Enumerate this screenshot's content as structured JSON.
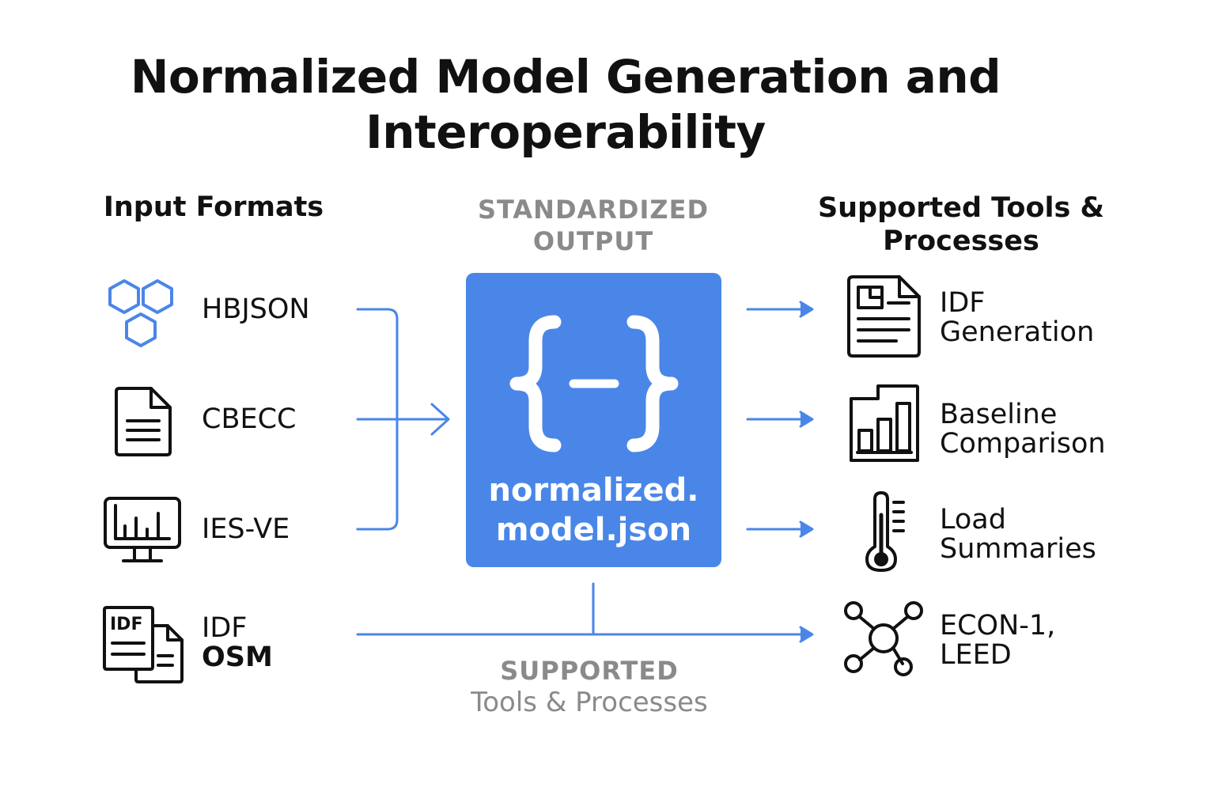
{
  "title": {
    "line1": "Normalized Model Generation and",
    "line2": "Interoperability"
  },
  "inputs": {
    "heading": "Input Formats",
    "items": [
      {
        "lines": [
          "HBJSON"
        ],
        "icon": "hexagon-cluster-icon"
      },
      {
        "lines": [
          "CBECC"
        ],
        "icon": "document-icon"
      },
      {
        "lines": [
          "IES-VE"
        ],
        "icon": "monitor-chart-icon"
      },
      {
        "lines": [
          "IDF",
          "OSM"
        ],
        "icon": "idf-files-icon"
      }
    ]
  },
  "hub": {
    "heading_line1": "STANDARDIZED",
    "heading_line2": "OUTPUT",
    "symbol": "{–}",
    "file_line1": "normalized.",
    "file_line2": "model.json",
    "color": "#4a86e8"
  },
  "outputs": {
    "heading_line1": "Supported Tools &",
    "heading_line2": "Processes",
    "items": [
      {
        "lines": [
          "IDF",
          "Generation"
        ],
        "icon": "report-document-icon"
      },
      {
        "lines": [
          "Baseline",
          "Comparison"
        ],
        "icon": "bar-chart-icon"
      },
      {
        "lines": [
          "Load",
          "Summaries"
        ],
        "icon": "thermometer-icon"
      },
      {
        "lines": [
          "ECON-1,",
          "LEED"
        ],
        "icon": "network-nodes-icon"
      }
    ]
  },
  "footer": {
    "line1": "SUPPORTED",
    "line2": "Tools & Processes"
  },
  "colors": {
    "accent": "#4a86e8",
    "text": "#111111",
    "muted": "#8a8a8a"
  }
}
